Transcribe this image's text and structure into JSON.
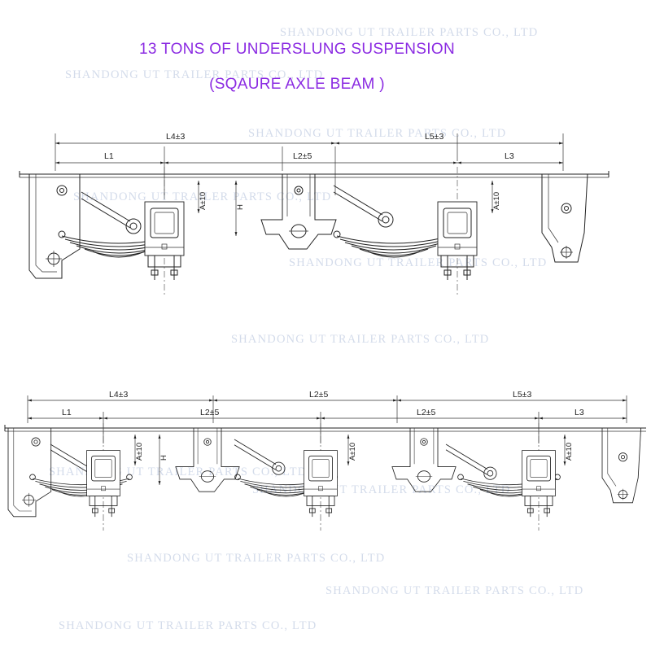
{
  "title": {
    "line1": "13 TONS OF UNDERSLUNG SUSPENSION",
    "line2": "(SQAURE AXLE BEAM )"
  },
  "colors": {
    "title": "#8b2be2",
    "linework": "#222222",
    "watermark": "#c9d3e6"
  },
  "watermark": "SHANDONG UT TRAILER PARTS CO., LTD",
  "top_drawing": {
    "overall_dims": [
      "L4±3",
      "L5±3"
    ],
    "segment_dims": [
      "L1",
      "L2±5",
      "L3"
    ],
    "vertical_dims": [
      "A±10",
      "H",
      "A±10"
    ]
  },
  "bottom_drawing": {
    "overall_dims": [
      "L4±3",
      "L2±5",
      "L5±3"
    ],
    "segment_dims": [
      "L1",
      "L2±5",
      "L2±5",
      "L3"
    ],
    "vertical_dims": [
      "A±10",
      "H",
      "A±10",
      "A±10"
    ]
  }
}
